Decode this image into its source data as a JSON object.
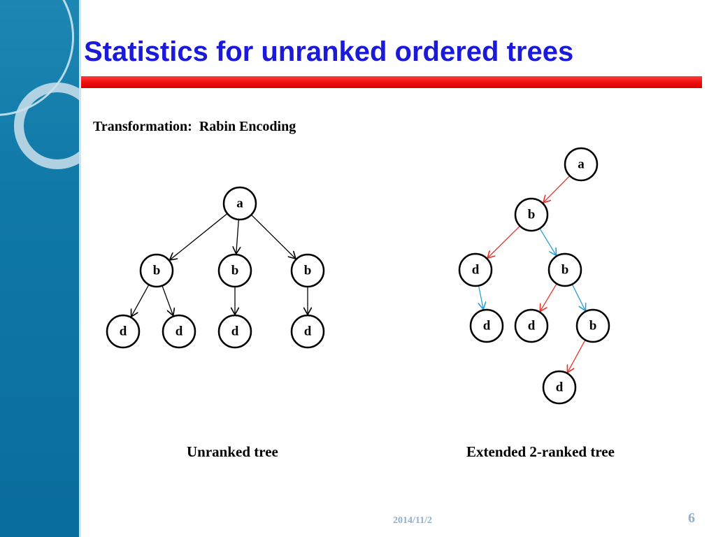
{
  "title": "Statistics for unranked ordered trees",
  "subtitle": "Transformation:  Rabin Encoding",
  "unranked_tree": {
    "caption": "Unranked tree",
    "nodes": [
      {
        "id": "u-a",
        "label": "a"
      },
      {
        "id": "u-b1",
        "label": "b"
      },
      {
        "id": "u-b2",
        "label": "b"
      },
      {
        "id": "u-b3",
        "label": "b"
      },
      {
        "id": "u-d1",
        "label": "d"
      },
      {
        "id": "u-d2",
        "label": "d"
      },
      {
        "id": "u-d3",
        "label": "d"
      },
      {
        "id": "u-d4",
        "label": "d"
      }
    ],
    "edges": [
      {
        "from": "u-a",
        "to": "u-b1"
      },
      {
        "from": "u-a",
        "to": "u-b2"
      },
      {
        "from": "u-a",
        "to": "u-b3"
      },
      {
        "from": "u-b1",
        "to": "u-d1"
      },
      {
        "from": "u-b1",
        "to": "u-d2"
      },
      {
        "from": "u-b2",
        "to": "u-d3"
      },
      {
        "from": "u-b3",
        "to": "u-d4"
      }
    ]
  },
  "ranked_tree": {
    "caption": "Extended 2-ranked tree",
    "colors": {
      "first_child": "#e8322c",
      "next_sibling": "#2a9fd6"
    },
    "nodes": [
      {
        "id": "r-a",
        "label": "a"
      },
      {
        "id": "r-b1",
        "label": "b"
      },
      {
        "id": "r-d1",
        "label": "d"
      },
      {
        "id": "r-b2",
        "label": "b"
      },
      {
        "id": "r-d2",
        "label": "d"
      },
      {
        "id": "r-d3",
        "label": "d"
      },
      {
        "id": "r-b3",
        "label": "b"
      },
      {
        "id": "r-d4",
        "label": "d"
      }
    ],
    "edges": [
      {
        "from": "r-a",
        "to": "r-b1",
        "kind": "first_child"
      },
      {
        "from": "r-b1",
        "to": "r-d1",
        "kind": "first_child"
      },
      {
        "from": "r-b1",
        "to": "r-b2",
        "kind": "next_sibling"
      },
      {
        "from": "r-d1",
        "to": "r-d2",
        "kind": "next_sibling"
      },
      {
        "from": "r-b2",
        "to": "r-d3",
        "kind": "first_child"
      },
      {
        "from": "r-b2",
        "to": "r-b3",
        "kind": "next_sibling"
      },
      {
        "from": "r-b3",
        "to": "r-d4",
        "kind": "first_child"
      }
    ]
  },
  "footer": {
    "date": "2014/11/2",
    "page": "6"
  }
}
